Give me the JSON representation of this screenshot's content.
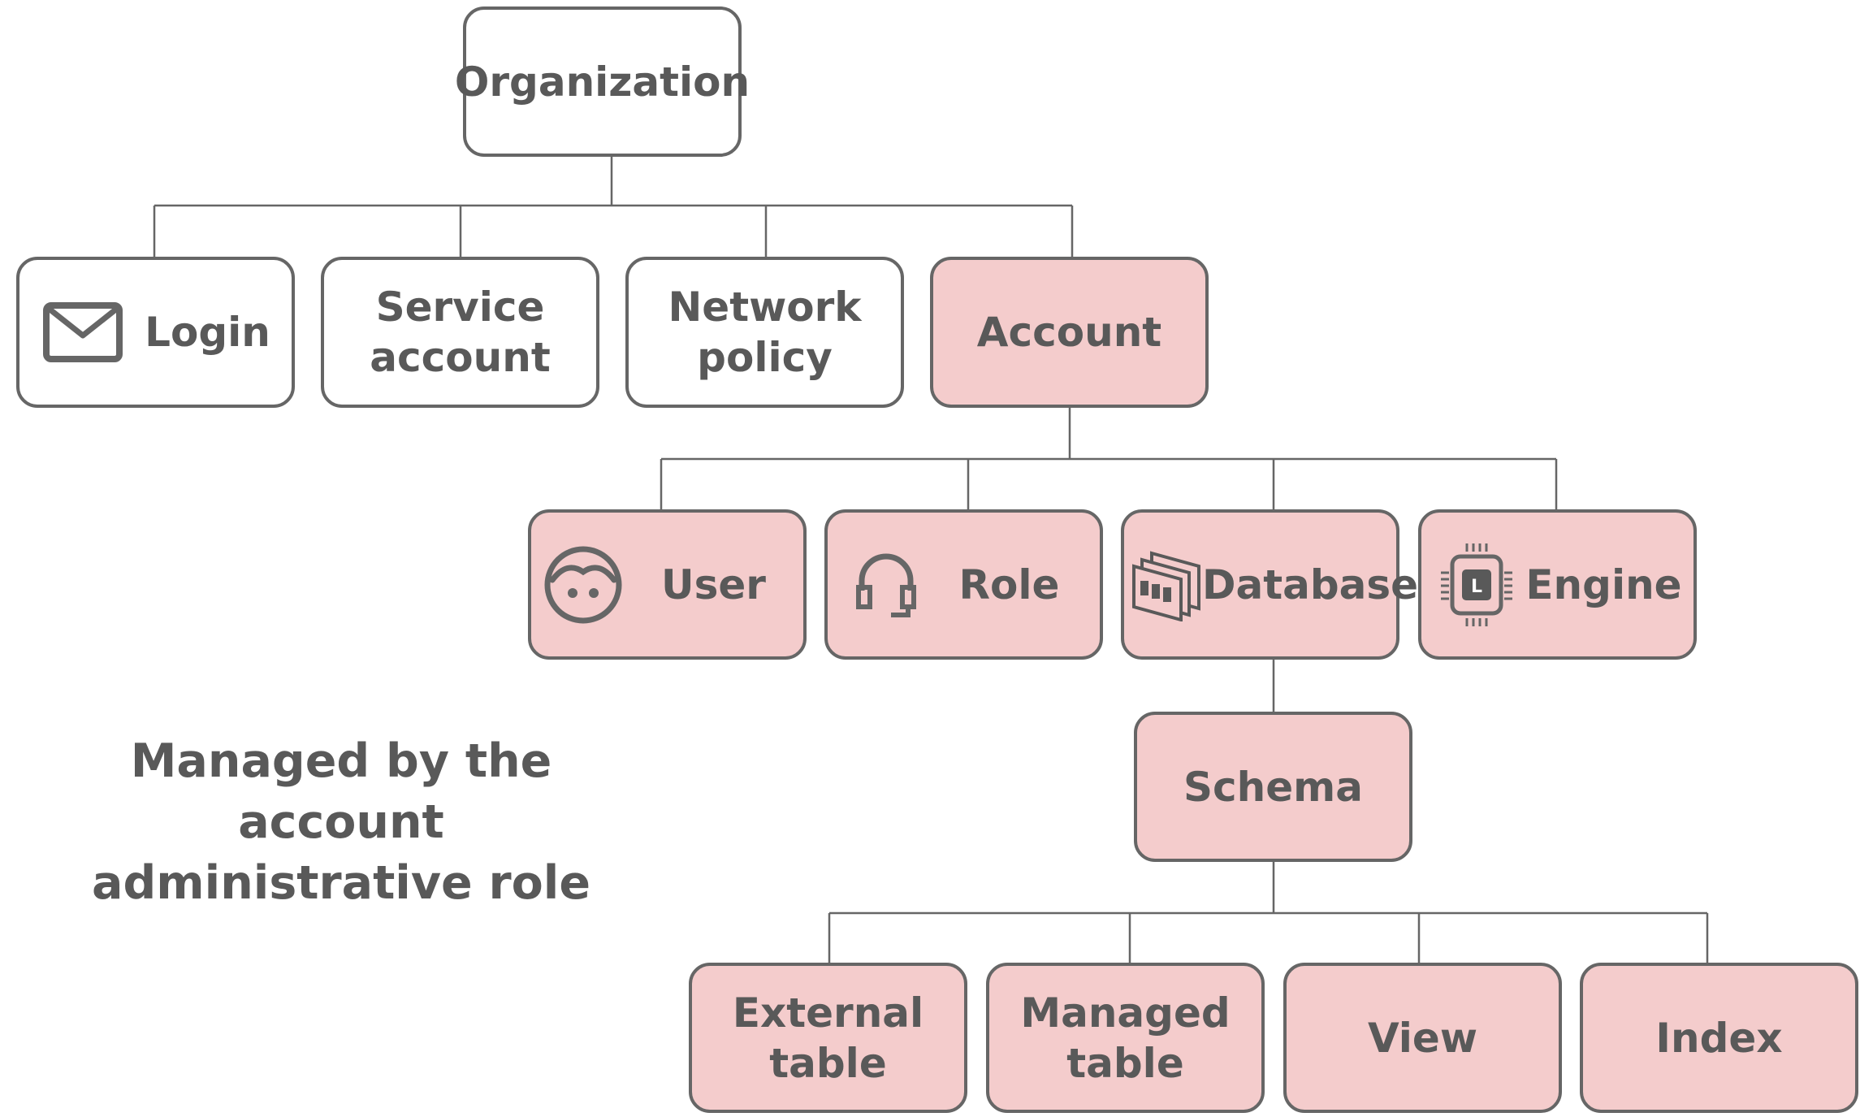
{
  "colors": {
    "border": "#666666",
    "managed_fill": "#f4cccc",
    "unmanaged_fill": "#ffffff",
    "text": "#595959"
  },
  "nodes": {
    "organization": {
      "label": "Organization"
    },
    "login": {
      "label": "Login",
      "icon": "envelope-icon"
    },
    "service_account": {
      "label": "Service\naccount"
    },
    "network_policy": {
      "label": "Network\npolicy"
    },
    "account": {
      "label": "Account"
    },
    "user": {
      "label": "User",
      "icon": "user-face-icon"
    },
    "role": {
      "label": "Role",
      "icon": "headset-icon"
    },
    "database": {
      "label": "Database",
      "icon": "database-stack-icon"
    },
    "engine": {
      "label": "Engine",
      "icon": "chip-icon"
    },
    "schema": {
      "label": "Schema"
    },
    "external_table": {
      "label": "External\ntable"
    },
    "managed_table": {
      "label": "Managed\ntable"
    },
    "view": {
      "label": "View"
    },
    "index": {
      "label": "Index"
    }
  },
  "legend": {
    "text": "Managed by the\naccount\nadministrative role"
  }
}
